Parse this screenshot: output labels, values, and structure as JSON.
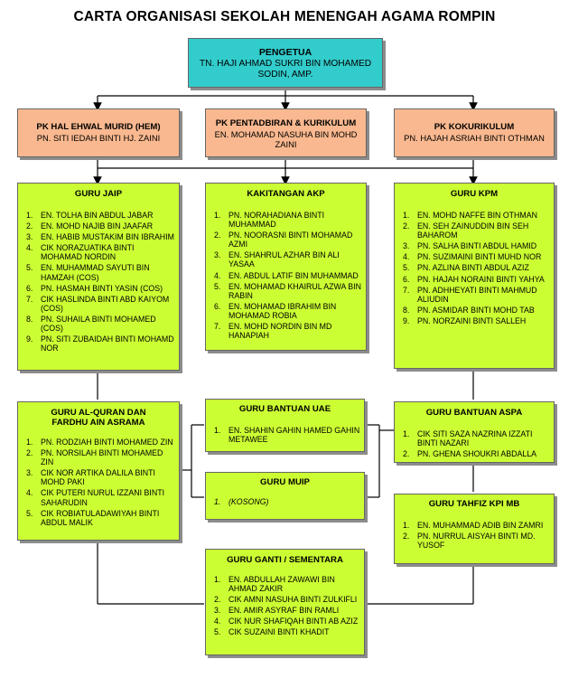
{
  "title": "CARTA ORGANISASI SEKOLAH MENENGAH AGAMA ROMPIN",
  "top": {
    "heading": "PENGETUA",
    "name": "TN. HAJI AHMAD SUKRI BIN MOHAMED SODIN, AMP."
  },
  "pk": [
    {
      "heading": "PK HAL EHWAL MURID (HEM)",
      "name": "PN. SITI IEDAH BINTI HJ. ZAINI"
    },
    {
      "heading": "PK PENTADBIRAN & KURIKULUM",
      "name": "EN. MOHAMAD NASUHA BIN MOHD ZAINI"
    },
    {
      "heading": "PK KOKURIKULUM",
      "name": "PN. HAJAH ASRIAH BINTI OTHMAN"
    }
  ],
  "groups": {
    "jaip": {
      "heading": "GURU JAIP",
      "members": [
        "EN. TOLHA BIN ABDUL JABAR",
        "EN. MOHD NAJIB BIN JAAFAR",
        "EN. HABIB MUSTAKIM BIN IBRAHIM",
        "CIK NORAZUATIKA BINTI MOHAMAD NORDIN",
        "EN. MUHAMMAD SAYUTI BIN HAMZAH (COS)",
        "PN. HASMAH BINTI YASIN (COS)",
        "CIK HASLINDA BINTI ABD KAIYOM (COS)",
        "PN. SUHAILA BINTI MOHAMED (COS)",
        "PN. SITI ZUBAIDAH BINTI MOHAMD NOR"
      ]
    },
    "akp": {
      "heading": "KAKITANGAN AKP",
      "members": [
        "PN. NORAHADIANA BINTI MUHAMMAD",
        "PN. NOORASNI BINTI MOHAMAD AZMI",
        "EN. SHAHRUL AZHAR BIN ALI YASAA",
        "EN. ABDUL LATIF BIN MUHAMMAD",
        "EN. MOHAMAD KHAIRUL AZWA BIN RABIN",
        "EN. MOHAMAD IBRAHIM BIN MOHAMAD ROBIA",
        "EN. MOHD NORDIN BIN MD HANAPIAH"
      ]
    },
    "kpm": {
      "heading": "GURU KPM",
      "members": [
        "EN. MOHD NAFFE BIN OTHMAN",
        "EN. SEH ZAINUDDIN BIN SEH BAHAROM",
        "PN. SALHA BINTI ABDUL HAMID",
        "PN. SUZIMAINI BINTI MUHD NOR",
        "PN. AZLINA BINTI ABDUL AZIZ",
        "PN. HAJAH NORAINI BINTI YAHYA",
        "PN. ADHHEYATI BINTI MAHMUD ALIUDIN",
        "PN. ASMIDAR BINTI MOHD TAB",
        "PN. NORZAINI BINTI SALLEH"
      ]
    },
    "quran": {
      "heading": "GURU AL-QURAN DAN FARDHU AIN ASRAMA",
      "members": [
        "PN. RODZIAH BINTI MOHAMED ZIN",
        "PN. NORSILAH BINTI MOHAMED ZIN",
        "CIK NOR ARTIKA DALILA BINTI MOHD PAKI",
        "CIK PUTERI NURUL IZZANI BINTI SAHARUDIN",
        "CIK ROBIATULADAWIYAH BINTI ABDUL MALIK"
      ]
    },
    "uae": {
      "heading": "GURU BANTUAN UAE",
      "members": [
        "EN. SHAHIN GAHIN HAMED GAHIN METAWEE"
      ]
    },
    "muip": {
      "heading": "GURU MUIP",
      "members": [
        "(KOSONG)"
      ]
    },
    "aspa": {
      "heading": "GURU BANTUAN ASPA",
      "members": [
        "CIK SITI SAZA NAZRINA IZZATI BINTI NAZARI",
        "PN. GHENA SHOUKRI ABDALLA"
      ]
    },
    "tahfiz": {
      "heading": "GURU TAHFIZ KPI MB",
      "members": [
        "EN. MUHAMMAD ADIB BIN ZAMRI",
        "PN. NURRUL AISYAH BINTI MD. YUSOF"
      ]
    },
    "ganti": {
      "heading": "GURU GANTI / SEMENTARA",
      "members": [
        "EN. ABDULLAH ZAWAWI BIN AHMAD ZAKIR",
        "CIK AMNI NASUHA BINTI ZULKIFLI",
        "EN. AMIR ASYRAF BIN RAMLI",
        "CIK NUR SHAFIQAH BINTI AB AZIZ",
        "CIK SUZAINI BINTI KHADIT"
      ]
    }
  },
  "colors": {
    "top": "#33cccc",
    "pk": "#f9b88f",
    "group": "#ccff33",
    "line": "#000000"
  }
}
